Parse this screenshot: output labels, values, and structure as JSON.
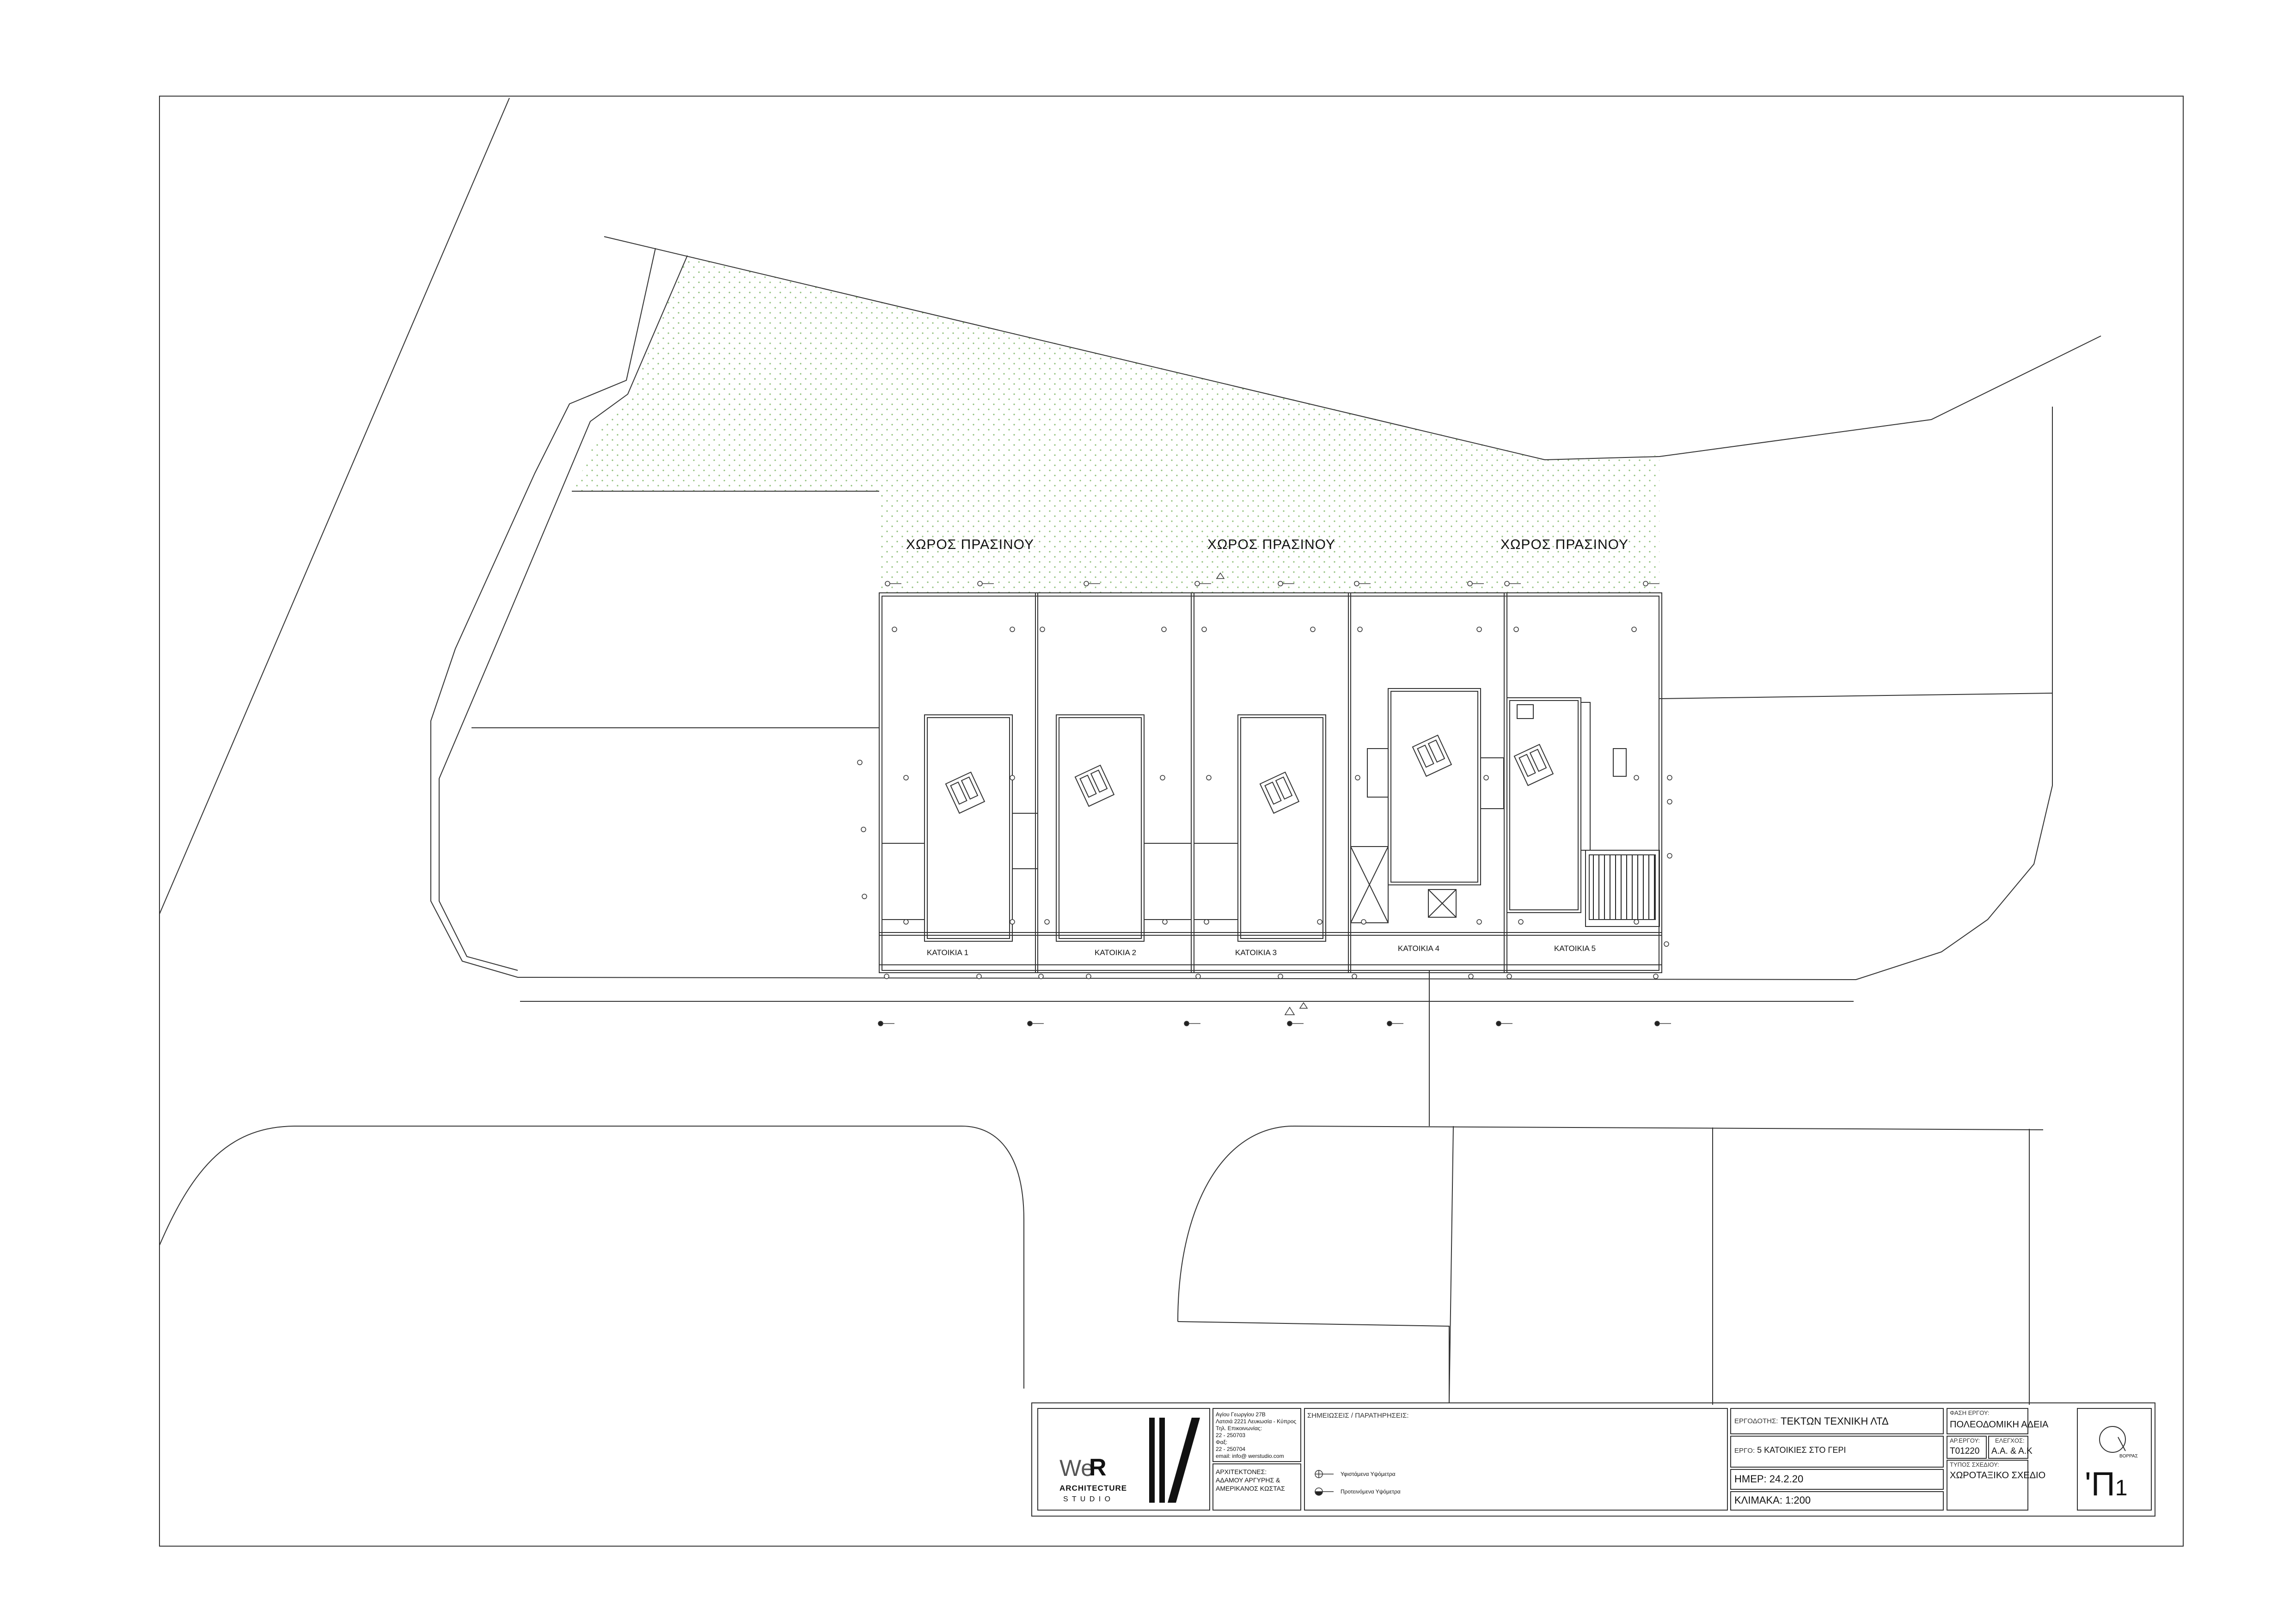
{
  "site": {
    "green_labels": [
      "ΧΩΡΟΣ ΠΡΑΣΙΝΟΥ",
      "ΧΩΡΟΣ ΠΡΑΣΙΝΟΥ",
      "ΧΩΡΟΣ ΠΡΑΣΙΝΟΥ"
    ],
    "units": [
      "ΚΑΤΟΙΚΙΑ 1",
      "ΚΑΤΟΙΚΙΑ 2",
      "ΚΑΤΟΙΚΙΑ 3",
      "ΚΑΤΟΙΚΙΑ 4",
      "ΚΑΤΟΙΚΙΑ 5"
    ],
    "colors": {
      "line": "#333333",
      "green_dots": "#8fbf7a"
    }
  },
  "title_block": {
    "logo": {
      "text_we": "We",
      "text_r": "R",
      "text_architecture": "ARCHITECTURE",
      "text_studio": "S T U D I O"
    },
    "office_address": [
      "Αγίου Γεωργίου 27Β",
      "Λατσιά 2221 Λευκωσία - Κύπρος",
      "Τηλ. Επικοινωνίας:",
      "22 - 250703",
      "Φαξ:",
      "22 - 250704",
      "email: info@ werstudio.com"
    ],
    "architects_label": "ΑΡΧΙΤΕΚΤΟΝΕΣ:",
    "architects_names": [
      "ΑΔΑΜΟΥ ΑΡΓΥΡΗΣ &",
      "ΑΜΕΡΙΚΑΝΟΣ ΚΩΣΤΑΣ"
    ],
    "notes_label": "ΣΗΜΕΙΩΣΕΙΣ / ΠΑΡΑΤΗΡΗΣΕΙΣ:",
    "legend": [
      "Υφιστάμενα Υψόμετρα",
      "Προτεινόμενα Υψόμετρα"
    ],
    "client_label": "ΕΡΓΟΔΟΤΗΣ:",
    "client": "ΤΕΚΤΩΝ ΤΕΧΝΙΚΗ ΛΤΔ",
    "project_label": "ΕΡΓΟ:",
    "project": "5 ΚΑΤΟΙΚΙΕΣ ΣΤΟ ΓΕΡΙ",
    "date": "ΗΜΕΡ: 24.2.20",
    "scale": "ΚΛΙΜΑΚΑ: 1:200",
    "phase_label": "ΦΑΣΗ ΕΡΓΟΥ:",
    "phase": "ΠΟΛΕΟΔΟΜΙΚΗ ΑΔΕΙΑ",
    "project_no_label": "ΑΡ.ΕΡΓΟΥ:",
    "project_no": "Τ01220",
    "check_label": "ΕΛΕΓΧΟΣ:",
    "check": "Α.Α. & Α.Κ",
    "drawing_type_label": "ΤΥΠΟΣ ΣΧΕΔΙΟΥ:",
    "drawing_type": "ΧΩΡΟΤΑΞΙΚΟ ΣΧΕΔΙΟ",
    "north_label": "ΒΟΡΡΑΣ",
    "sheet_main": "'Π",
    "sheet_sub": "1"
  }
}
